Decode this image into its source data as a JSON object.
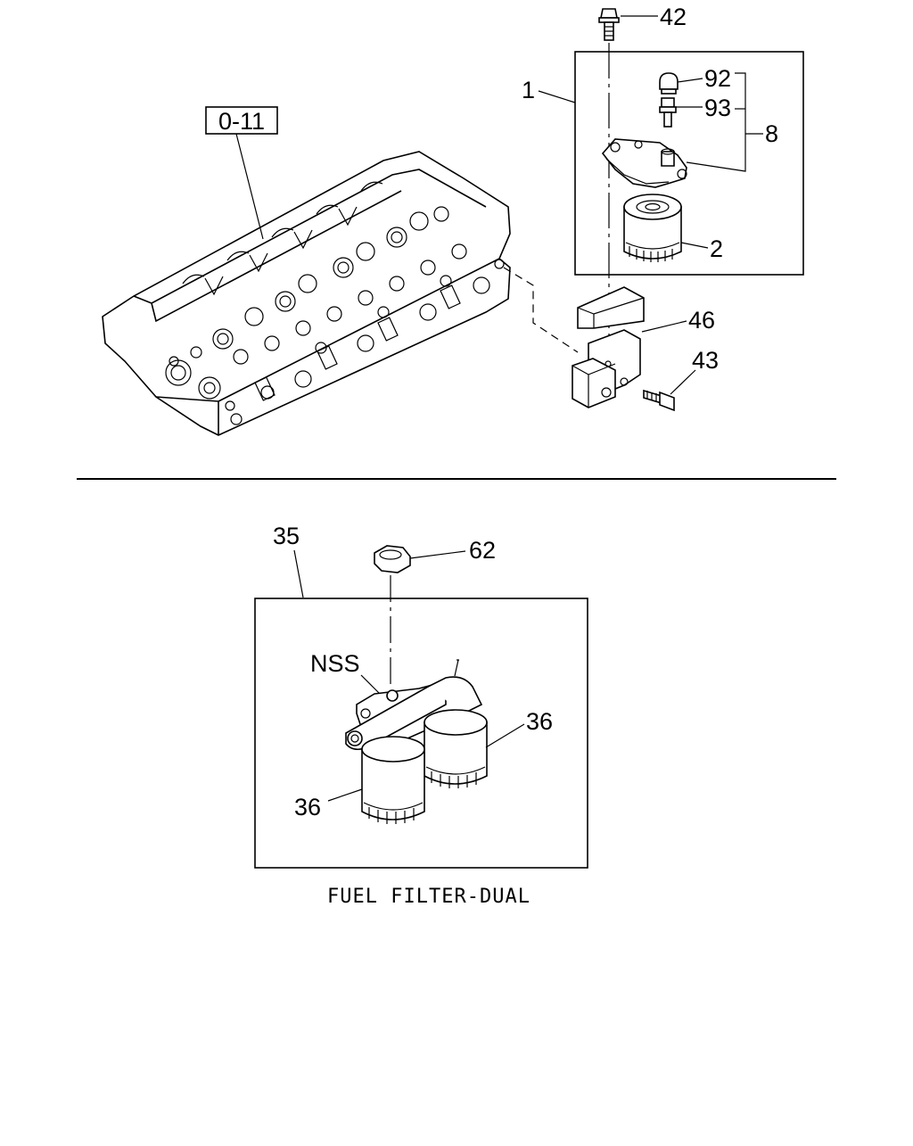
{
  "callouts": {
    "ref_box": "0-11",
    "c42": "42",
    "c92": "92",
    "c93": "93",
    "c8": "8",
    "c1": "1",
    "c2": "2",
    "c46": "46",
    "c43": "43",
    "c35": "35",
    "c62": "62",
    "nss": "NSS",
    "c36_right": "36",
    "c36_left": "36"
  },
  "caption": "FUEL FILTER-DUAL"
}
